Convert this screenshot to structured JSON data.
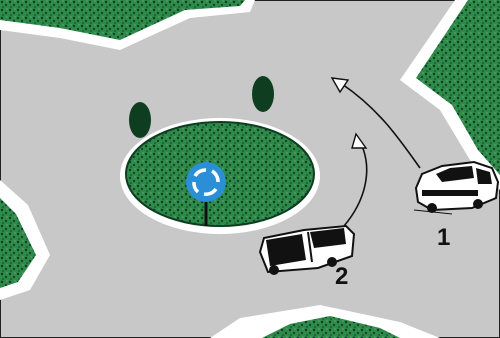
{
  "vehicles": [
    {
      "id": "1",
      "label": "1"
    },
    {
      "id": "2",
      "label": "2"
    }
  ],
  "sign": {
    "icon": "roundabout-sign-icon",
    "color": "#2a8fd6"
  },
  "colors": {
    "road": "#c8c8c8",
    "grass": "#1f6e3a",
    "grass_dark": "#0f3d20",
    "curb": "#ffffff",
    "arrow": "#ffffff",
    "outline": "#111111"
  }
}
